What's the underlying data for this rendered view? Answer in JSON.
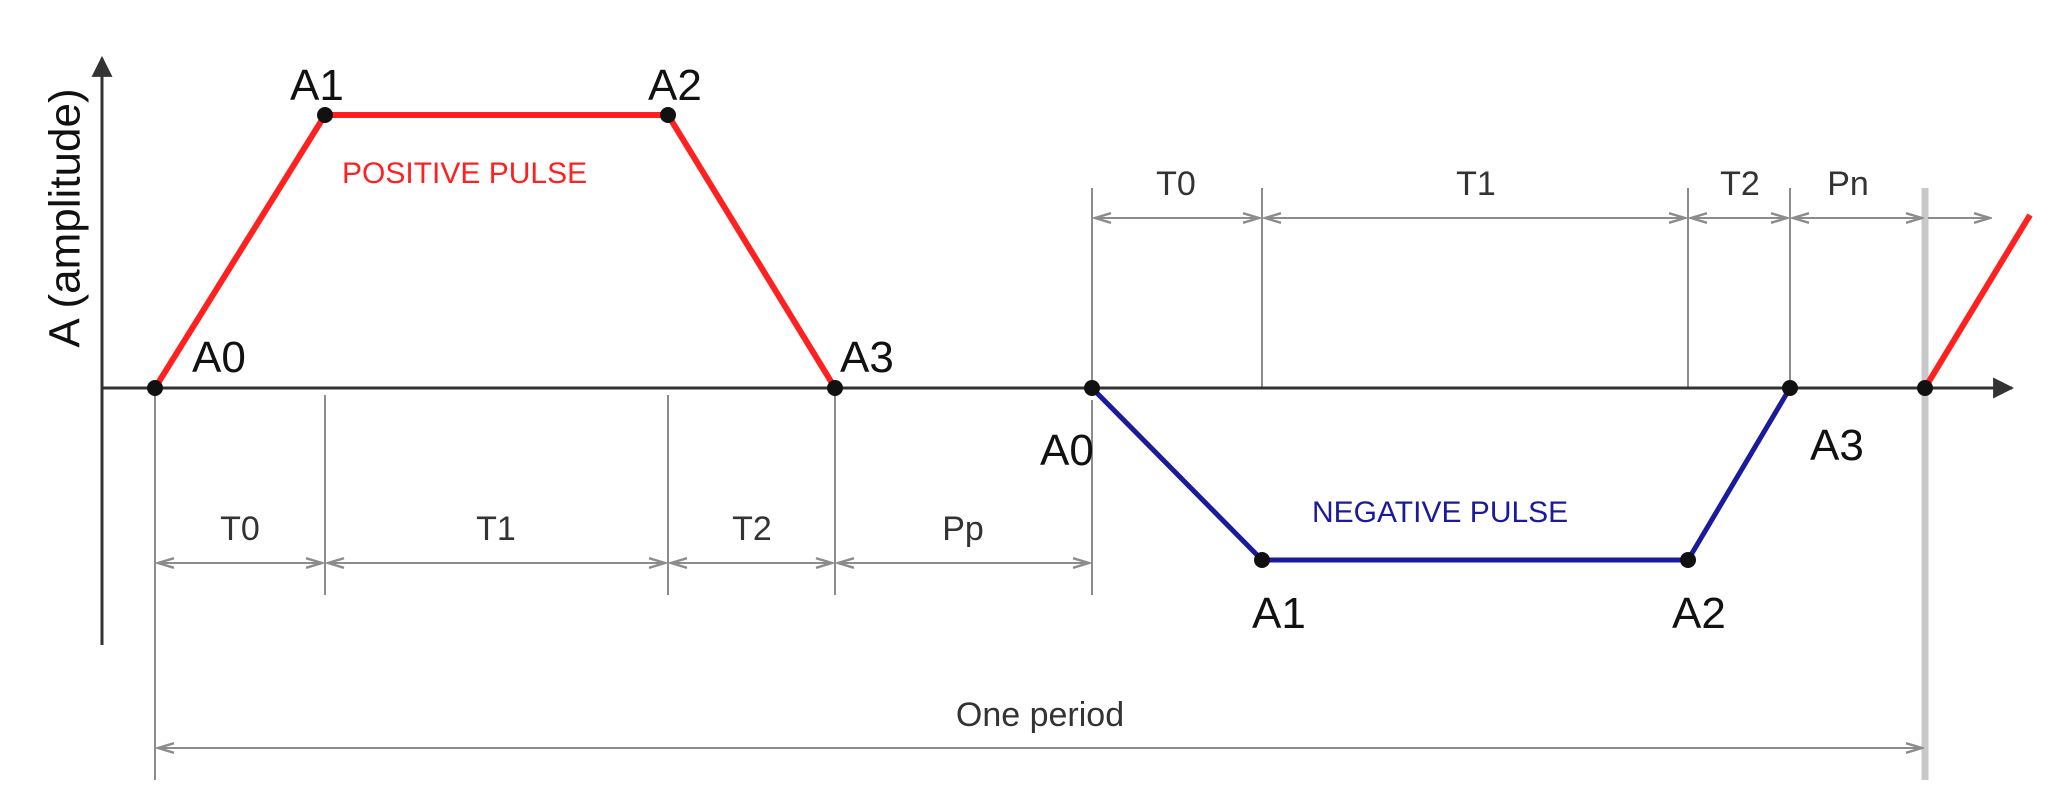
{
  "y_axis_label": "A (amplitude)",
  "positive_pulse": {
    "label": "POSITIVE PULSE",
    "color": "#ff2020",
    "points": [
      "A0",
      "A1",
      "A2",
      "A3"
    ]
  },
  "negative_pulse": {
    "label": "NEGATIVE PULSE",
    "color": "#1a1a9c",
    "points": [
      "A0",
      "A1",
      "A2",
      "A3"
    ]
  },
  "positive_intervals": [
    "T0",
    "T1",
    "T2",
    "Pp"
  ],
  "negative_intervals": [
    "T0",
    "T1",
    "T2",
    "Pn"
  ],
  "period_label": "One period"
}
